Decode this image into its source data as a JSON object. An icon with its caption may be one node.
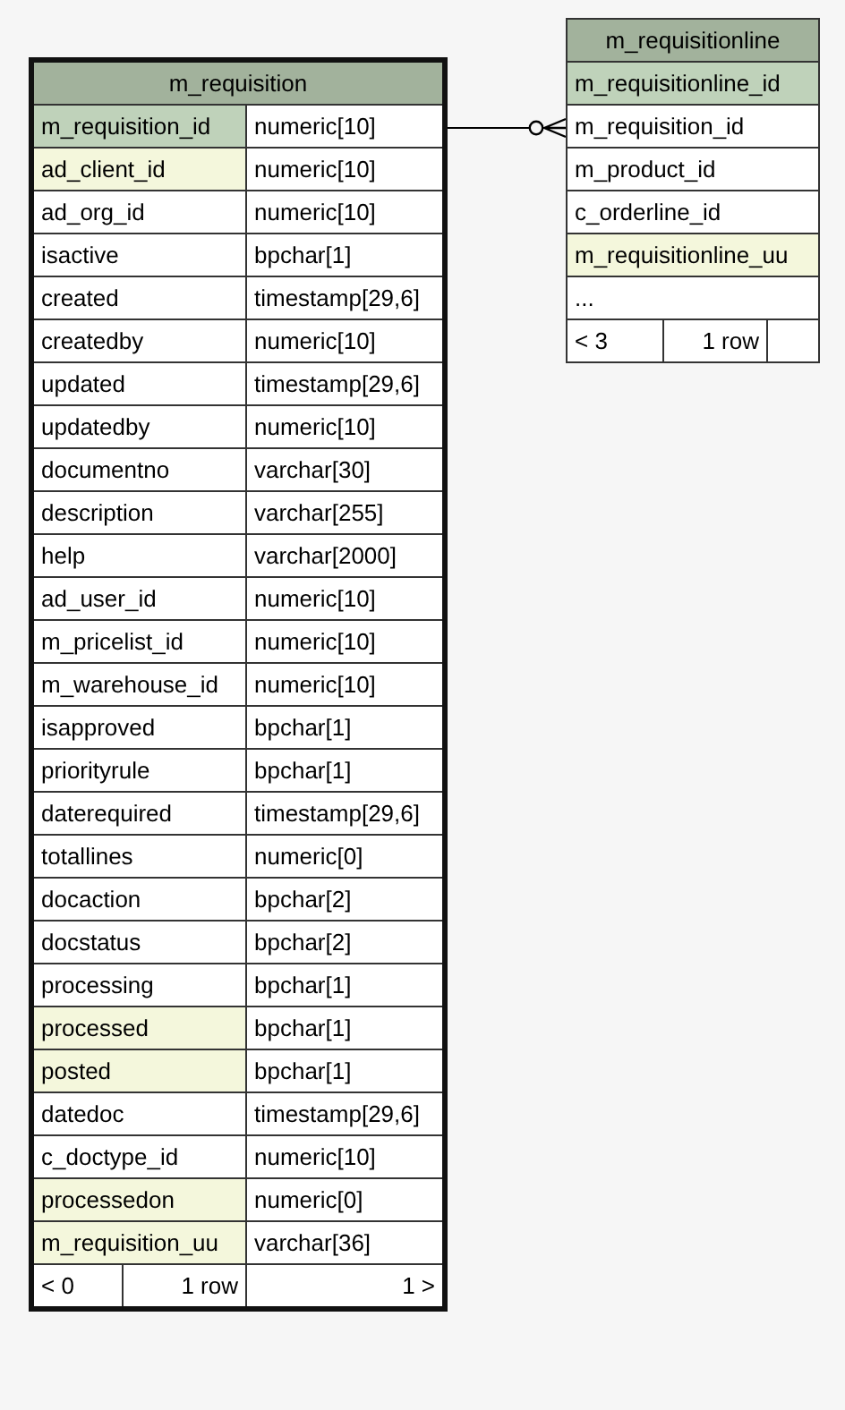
{
  "diagram": {
    "nodes": [
      {
        "text": [
          "m_requisition"
        ]
      },
      {
        "text": [
          "m_requisition_id",
          "numeric[10]"
        ],
        "in": 0
      },
      {
        "text": [
          "ad_client_id",
          "numeric[10]"
        ],
        "in": 0
      },
      {
        "text": [
          "ad_org_id",
          "numeric[10]"
        ],
        "in": 0
      },
      {
        "text": [
          "isactive",
          "bpchar[1]"
        ],
        "in": 0
      },
      {
        "text": [
          "created",
          "timestamp[29,6]"
        ],
        "in": 0
      },
      {
        "text": [
          "createdby",
          "numeric[10]"
        ],
        "in": 0
      },
      {
        "text": [
          "updated",
          "timestamp[29,6]"
        ],
        "in": 0
      },
      {
        "text": [
          "updatedby",
          "numeric[10]"
        ],
        "in": 0
      },
      {
        "text": [
          "documentno",
          "varchar[30]"
        ],
        "in": 0
      },
      {
        "text": [
          "description",
          "varchar[255]"
        ],
        "in": 0
      },
      {
        "text": [
          "help",
          "varchar[2000]"
        ],
        "in": 0
      },
      {
        "text": [
          "ad_user_id",
          "numeric[10]"
        ],
        "in": 0
      },
      {
        "text": [
          "m_pricelist_id",
          "numeric[10]"
        ],
        "in": 0
      },
      {
        "text": [
          "m_warehouse_id",
          "numeric[10]"
        ],
        "in": 0
      },
      {
        "text": [
          "isapproved",
          "bpchar[1]"
        ],
        "in": 0
      },
      {
        "text": [
          "priorityrule",
          "bpchar[1]"
        ],
        "in": 0
      },
      {
        "text": [
          "daterequired",
          "timestamp[29,6]"
        ],
        "in": 0
      },
      {
        "text": [
          "totallines",
          "numeric[0]"
        ],
        "in": 0
      },
      {
        "text": [
          "docaction",
          "bpchar[2]"
        ],
        "in": 0
      },
      {
        "text": [
          "docstatus",
          "bpchar[2]"
        ],
        "in": 0
      },
      {
        "text": [
          "processing",
          "bpchar[1]"
        ],
        "in": 0
      },
      {
        "text": [
          "processed",
          "bpchar[1]"
        ],
        "in": 0
      },
      {
        "text": [
          "posted",
          "bpchar[1]"
        ],
        "in": 0
      },
      {
        "text": [
          "datedoc",
          "timestamp[29,6]"
        ],
        "in": 0
      },
      {
        "text": [
          "c_doctype_id",
          "numeric[10]"
        ],
        "in": 0
      },
      {
        "text": [
          "processedon",
          "numeric[0]"
        ],
        "in": 0
      },
      {
        "text": [
          "m_requisition_uu",
          "varchar[36]"
        ],
        "in": 0
      },
      {
        "text": [
          "< 0",
          "1 row",
          "1 >"
        ],
        "in": 0
      },
      {
        "text": [
          "m_requisitionline"
        ]
      },
      {
        "text": [
          "m_requisitionline_id"
        ],
        "in": 29
      },
      {
        "text": [
          "m_requisition_id"
        ],
        "in": 29
      },
      {
        "text": [
          "m_product_id"
        ],
        "in": 29
      },
      {
        "text": [
          "c_orderline_id"
        ],
        "in": 29
      },
      {
        "text": [
          "m_requisitionline_uu"
        ],
        "in": 29
      },
      {
        "text": [
          "..."
        ],
        "in": 29
      },
      {
        "text": [
          "< 3",
          "1 row"
        ],
        "in": 29
      }
    ],
    "edges": [
      {
        "from": 1,
        "to": 31,
        "arrow": "other"
      }
    ]
  }
}
